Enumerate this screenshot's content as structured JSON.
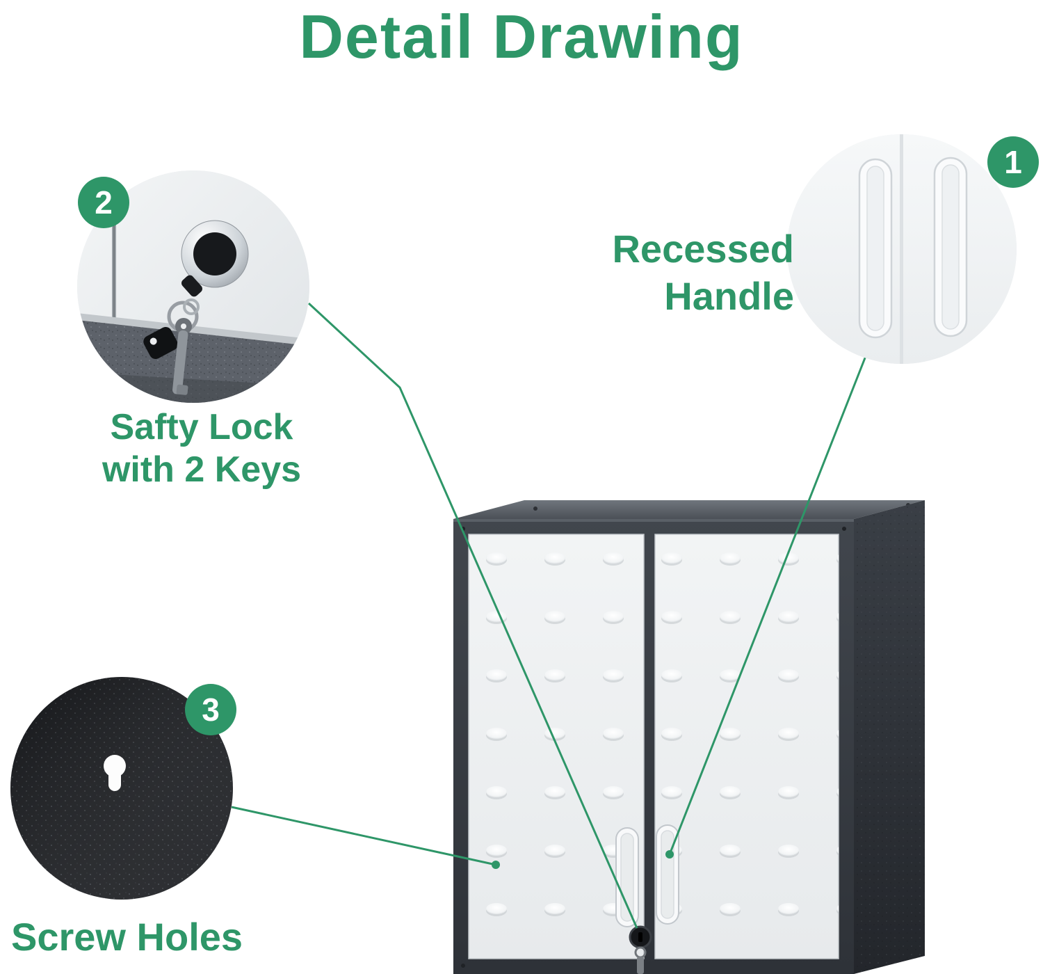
{
  "page": {
    "title": "Detail Drawing",
    "accent_color": "#2e9668",
    "background_color": "#ffffff"
  },
  "callouts": {
    "recessed_handle": {
      "number": "1",
      "label_line1": "Recessed",
      "label_line2": "Handle"
    },
    "safety_lock": {
      "number": "2",
      "label_line1": "Safty Lock",
      "label_line2": "with 2 Keys"
    },
    "screw_holes": {
      "number": "3",
      "label": "Screw Holes"
    }
  },
  "product": {
    "name": "wall-mounted two-door metal cabinet",
    "frame_color": "#383d44",
    "door_color": "#eef0f2"
  }
}
